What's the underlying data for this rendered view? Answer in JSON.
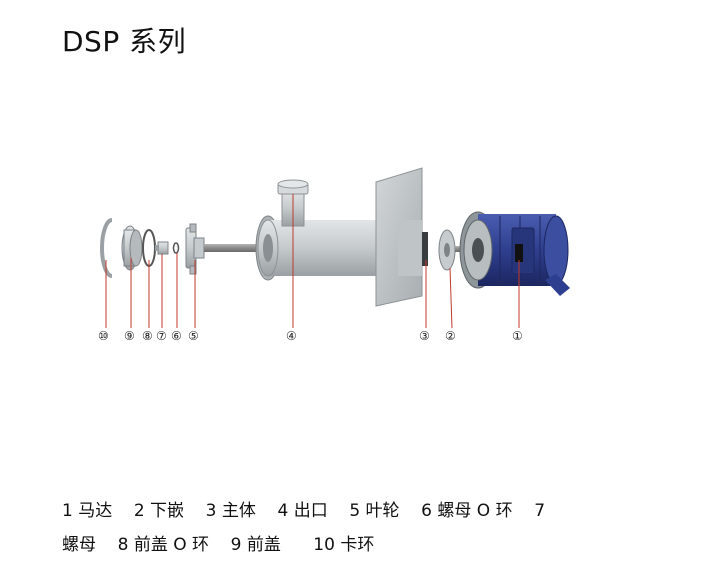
{
  "title": "DSP 系列",
  "callouts": [
    "⑩",
    "⑨",
    "⑧",
    "⑦",
    "⑥",
    "⑤",
    "④",
    "③",
    "②",
    "①"
  ],
  "legend_line1": "1 马达    2 下嵌    3 主体    4 出口    5 叶轮    6 螺母 O 环    7",
  "legend_line2": "螺母    8 前盖 O 环    9 前盖      10 卡环",
  "colors": {
    "motor_blue": "#2f3f8f",
    "pump_gray": "#c9cdcf",
    "shaft": "#8f8f8f"
  }
}
